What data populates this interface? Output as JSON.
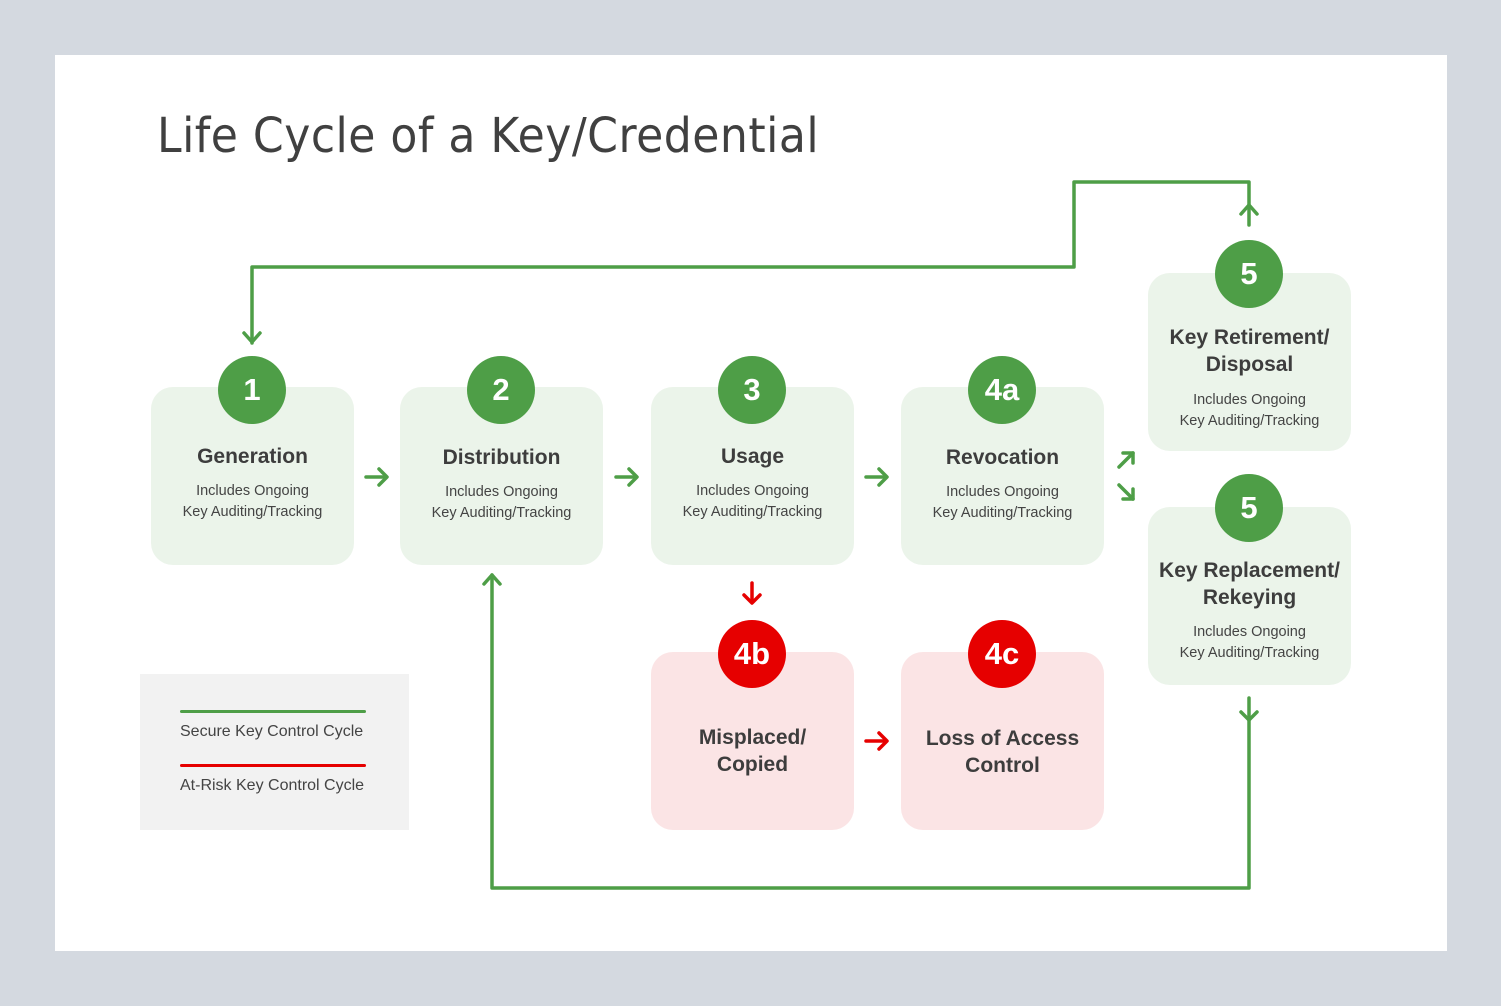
{
  "title": "Life Cycle of a Key/Credential",
  "colors": {
    "secure": "#4e9e47",
    "at_risk": "#e60000",
    "secure_box_bg": "#ebf4ea",
    "at_risk_box_bg": "#fbe4e5",
    "frame": "#d4d9e0"
  },
  "stages": [
    {
      "id": "1",
      "badge": "1",
      "title_line1": "Generation",
      "title_line2": "",
      "sub_line1": "Includes Ongoing",
      "sub_line2": "Key Auditing/Tracking",
      "status": "secure"
    },
    {
      "id": "2",
      "badge": "2",
      "title_line1": "Distribution",
      "title_line2": "",
      "sub_line1": "Includes Ongoing",
      "sub_line2": "Key Auditing/Tracking",
      "status": "secure"
    },
    {
      "id": "3",
      "badge": "3",
      "title_line1": "Usage",
      "title_line2": "",
      "sub_line1": "Includes Ongoing",
      "sub_line2": "Key Auditing/Tracking",
      "status": "secure"
    },
    {
      "id": "4a",
      "badge": "4a",
      "title_line1": "Revocation",
      "title_line2": "",
      "sub_line1": "Includes Ongoing",
      "sub_line2": "Key Auditing/Tracking",
      "status": "secure"
    },
    {
      "id": "5-retire",
      "badge": "5",
      "title_line1": "Key Retirement/",
      "title_line2": "Disposal",
      "sub_line1": "Includes Ongoing",
      "sub_line2": "Key Auditing/Tracking",
      "status": "secure"
    },
    {
      "id": "5-replace",
      "badge": "5",
      "title_line1": "Key Replacement/",
      "title_line2": "Rekeying",
      "sub_line1": "Includes Ongoing",
      "sub_line2": "Key Auditing/Tracking",
      "status": "secure"
    },
    {
      "id": "4b",
      "badge": "4b",
      "title_line1": "Misplaced/",
      "title_line2": "Copied",
      "sub_line1": "",
      "sub_line2": "",
      "status": "at-risk"
    },
    {
      "id": "4c",
      "badge": "4c",
      "title_line1": "Loss of Access",
      "title_line2": "Control",
      "sub_line1": "",
      "sub_line2": "",
      "status": "at-risk"
    }
  ],
  "flows": [
    {
      "from": "1",
      "to": "2",
      "type": "secure"
    },
    {
      "from": "2",
      "to": "3",
      "type": "secure"
    },
    {
      "from": "3",
      "to": "4a",
      "type": "secure"
    },
    {
      "from": "4a",
      "to": "5-retire",
      "type": "secure"
    },
    {
      "from": "4a",
      "to": "5-replace",
      "type": "secure"
    },
    {
      "from": "5-retire",
      "to": "1",
      "type": "secure"
    },
    {
      "from": "5-replace",
      "to": "2",
      "type": "secure"
    },
    {
      "from": "3",
      "to": "4b",
      "type": "at-risk"
    },
    {
      "from": "4b",
      "to": "4c",
      "type": "at-risk"
    }
  ],
  "legend": {
    "secure_label": "Secure Key Control Cycle",
    "at_risk_label": "At-Risk Key Control Cycle"
  }
}
